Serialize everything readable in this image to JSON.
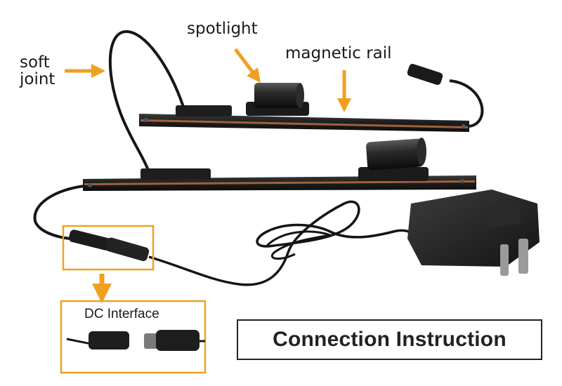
{
  "labels": {
    "soft_joint_line1": "soft",
    "soft_joint_line2": "joint",
    "spotlight": "spotlight",
    "magnetic_rail": "magnetic rail",
    "dc_interface": "DC Interface"
  },
  "title": "Connection Instruction",
  "colors": {
    "accent_orange": "#f0a020",
    "cable_black": "#161616",
    "rail_copper": "#a0603a",
    "background": "#ffffff",
    "title_border": "#222222"
  }
}
